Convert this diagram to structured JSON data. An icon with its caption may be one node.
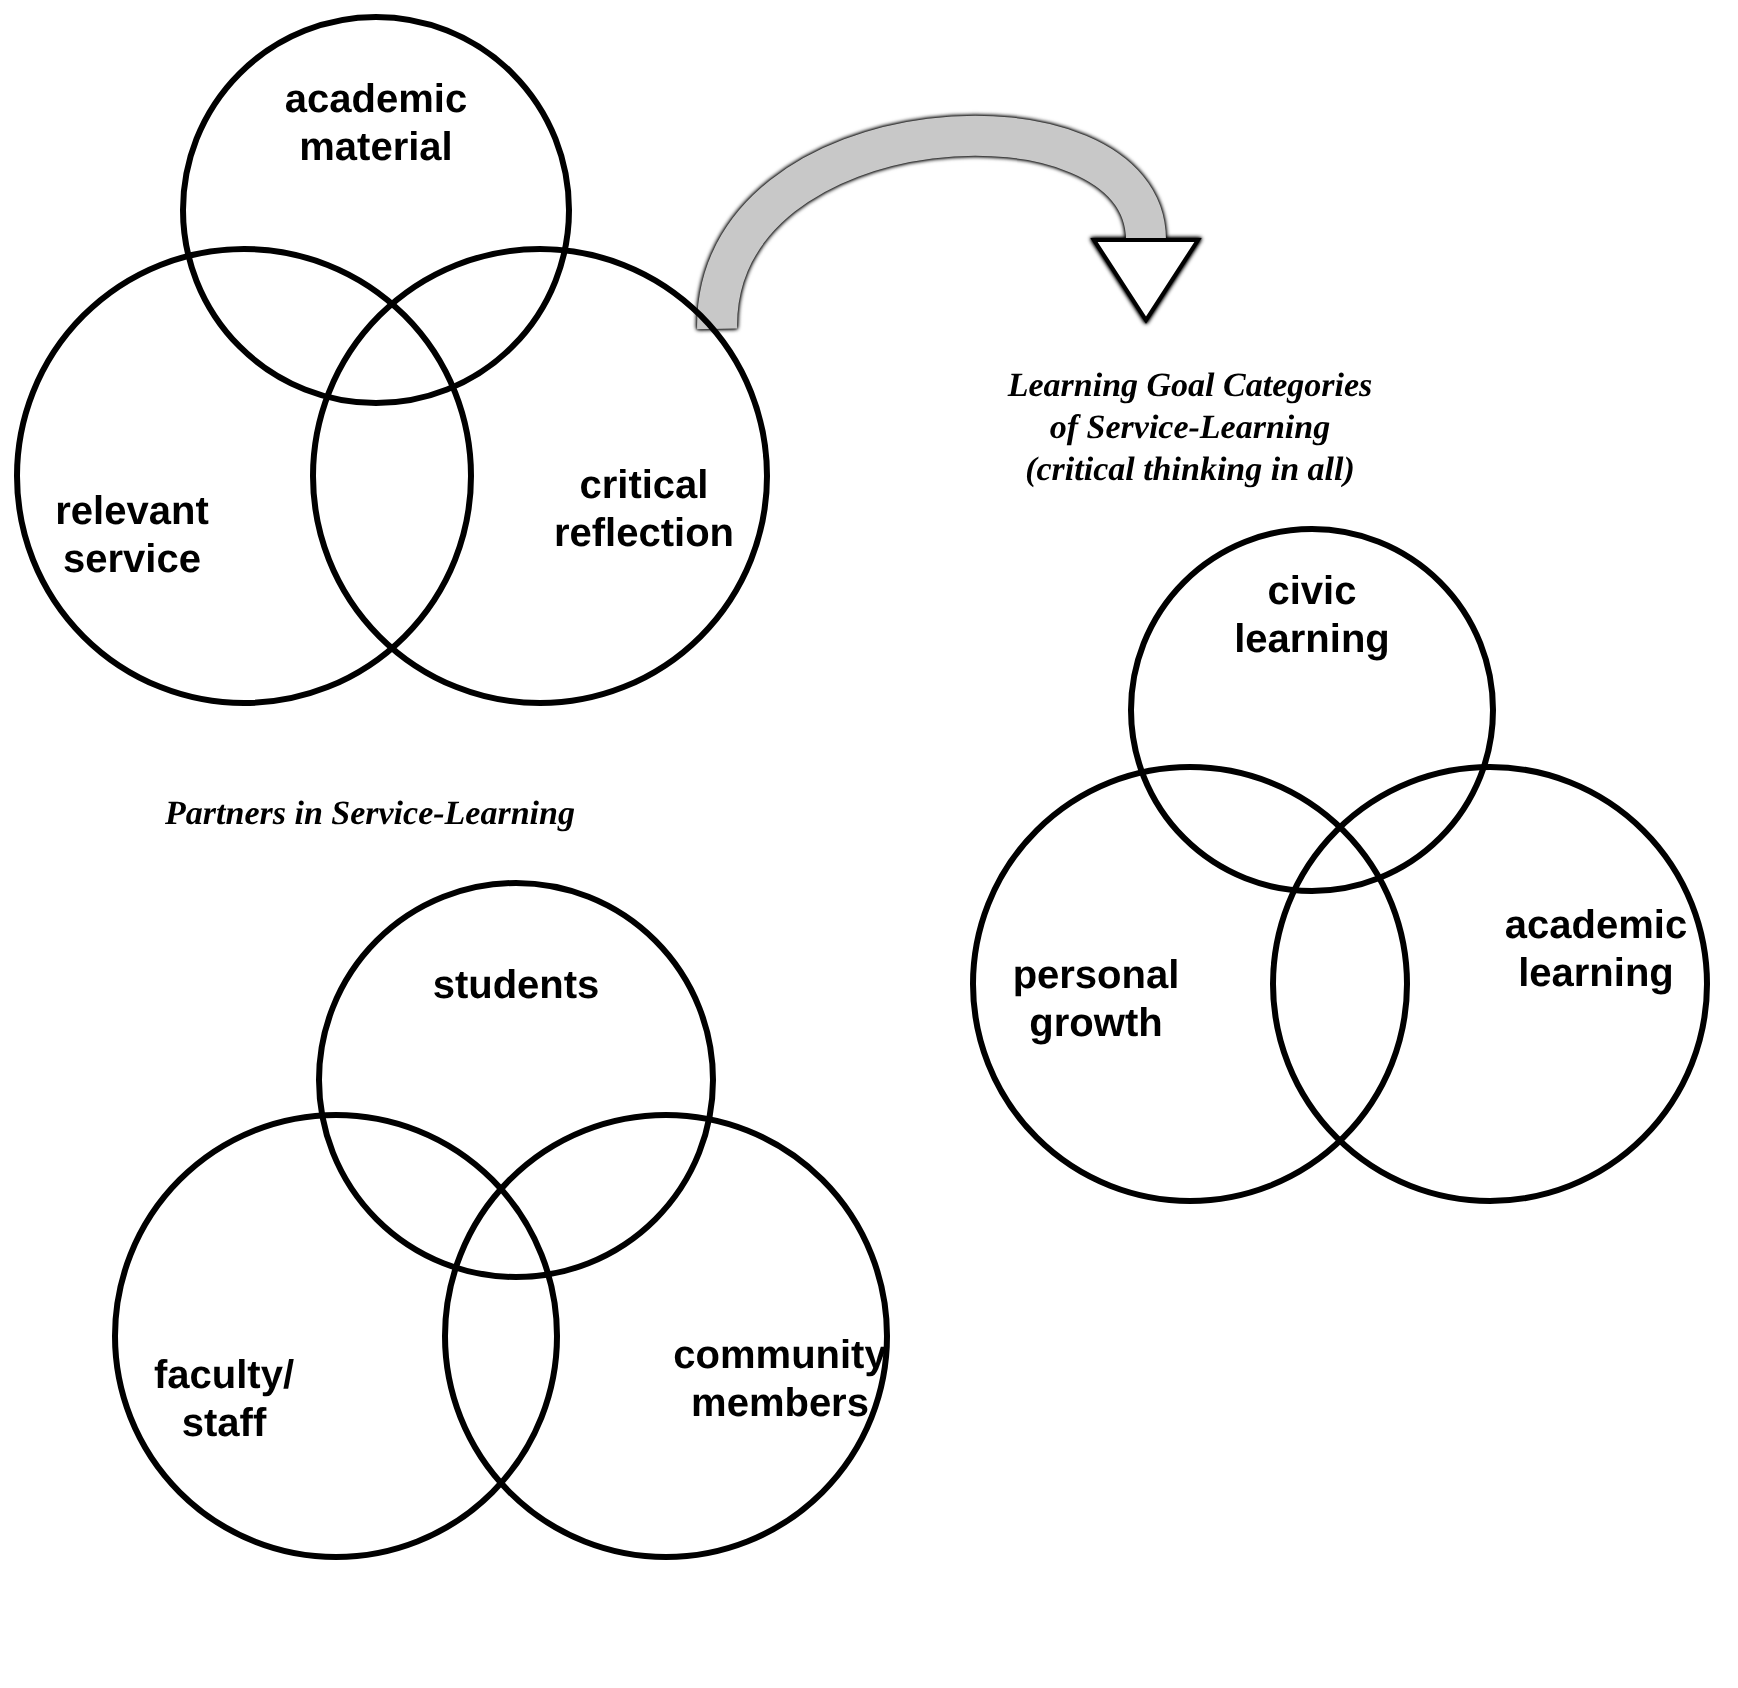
{
  "diagram": {
    "nodes": [
      {
        "text": [
          "academic material"
        ]
      },
      {
        "text": [
          "relevant service"
        ]
      },
      {
        "text": [
          "critical reflection"
        ]
      },
      {
        "text": [
          "Learning Goal Categories of Service-Learning (critical thinking in all)"
        ]
      },
      {
        "text": [
          "civic learning"
        ]
      },
      {
        "text": [
          "personal growth"
        ]
      },
      {
        "text": [
          "academic learning"
        ]
      },
      {
        "text": [
          "students"
        ]
      },
      {
        "text": [
          "faculty/ staff"
        ]
      },
      {
        "text": [
          "community members"
        ]
      }
    ],
    "edges": [
      {
        "from": 2,
        "to": 3,
        "arrow": "to"
      }
    ],
    "labels": [
      "Partners in Service-Learning"
    ]
  }
}
